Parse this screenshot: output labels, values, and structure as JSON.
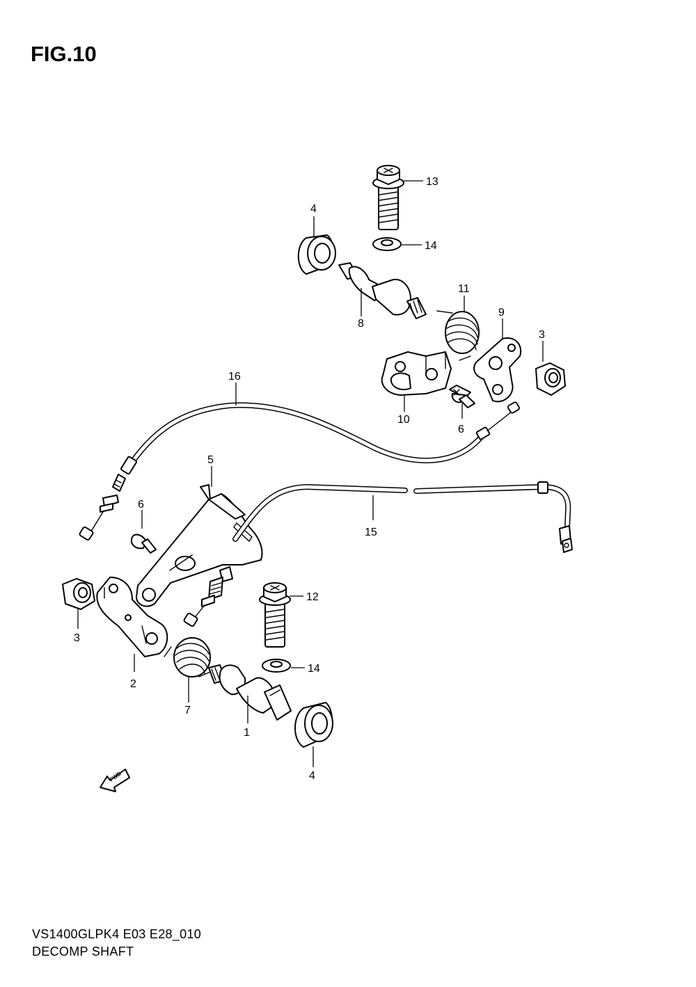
{
  "figure": {
    "title": "FIG.10",
    "model_code": "VS1400GLPK4 E03 E28_010",
    "caption": "DECOMP SHAFT"
  },
  "fwd_label": "FWD",
  "callouts": [
    {
      "id": "c13",
      "label": "13"
    },
    {
      "id": "c4a",
      "label": "4"
    },
    {
      "id": "c14a",
      "label": "14"
    },
    {
      "id": "c11",
      "label": "11"
    },
    {
      "id": "c8",
      "label": "8"
    },
    {
      "id": "c9",
      "label": "9"
    },
    {
      "id": "c3a",
      "label": "3"
    },
    {
      "id": "c16",
      "label": "16"
    },
    {
      "id": "c10",
      "label": "10"
    },
    {
      "id": "c6a",
      "label": "6"
    },
    {
      "id": "c5",
      "label": "5"
    },
    {
      "id": "c6b",
      "label": "6"
    },
    {
      "id": "c15",
      "label": "15"
    },
    {
      "id": "c12",
      "label": "12"
    },
    {
      "id": "c3b",
      "label": "3"
    },
    {
      "id": "c14b",
      "label": "14"
    },
    {
      "id": "c2",
      "label": "2"
    },
    {
      "id": "c7",
      "label": "7"
    },
    {
      "id": "c1",
      "label": "1"
    },
    {
      "id": "c4b",
      "label": "4"
    }
  ]
}
